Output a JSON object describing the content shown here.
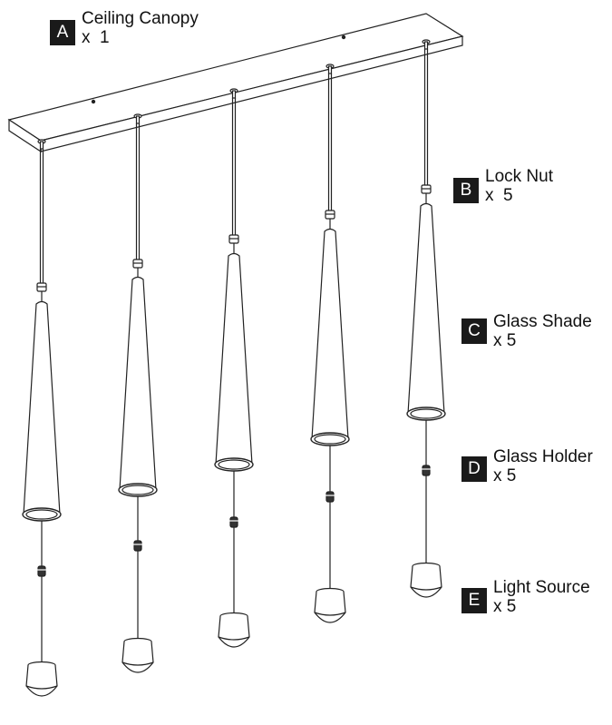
{
  "parts": [
    {
      "letter": "A",
      "name": "Ceiling Canopy",
      "qty": "x  1"
    },
    {
      "letter": "B",
      "name": "Lock Nut",
      "qty": "x  5"
    },
    {
      "letter": "C",
      "name": "Glass Shade",
      "qty": "x 5"
    },
    {
      "letter": "D",
      "name": "Glass Holder",
      "qty": "x 5"
    },
    {
      "letter": "E",
      "name": "Light Source",
      "qty": "x 5"
    }
  ],
  "colors": {
    "line": "#222222",
    "badge": "#1a1a1a",
    "background": "#ffffff"
  }
}
